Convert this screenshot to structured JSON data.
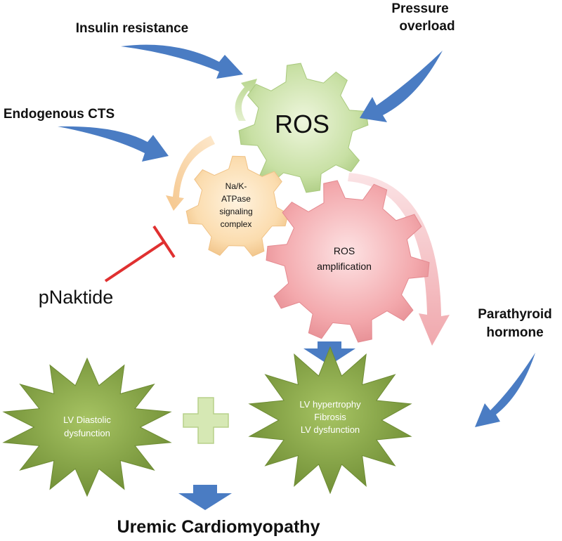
{
  "inputs": {
    "insulin": "Insulin resistance",
    "pressure": [
      "Pressure",
      "overload"
    ],
    "cts": "Endogenous CTS",
    "pth": [
      "Parathyroid",
      "hormone"
    ],
    "inhibitor": "pNaktide"
  },
  "gears": {
    "ros": "ROS",
    "nak": [
      "Na/K-",
      "ATPase",
      "signaling",
      "complex"
    ],
    "amp": [
      "ROS",
      "amplification"
    ]
  },
  "outcomes": {
    "diastolic": [
      "LV Diastolic",
      "dysfunction"
    ],
    "hypertrophy": [
      "LV hypertrophy",
      "Fibrosis",
      "LV dysfunction"
    ]
  },
  "result": "Uremic Cardiomyopathy",
  "colors": {
    "arrow_blue": "#4a7cc3",
    "inhibitor_red": "#e03030",
    "ros_gear": "#c8e0a4",
    "nak_gear": "#fbdcae",
    "amp_gear": "#f3a8ac",
    "star_green": "#8aa84a",
    "plus_green": "#d6e8b4"
  }
}
